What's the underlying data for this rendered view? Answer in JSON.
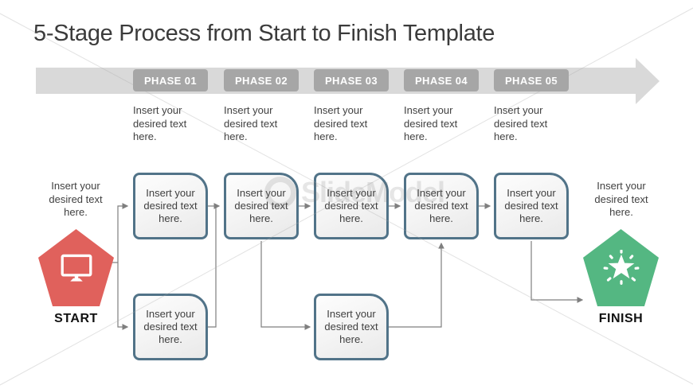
{
  "title": "5-Stage Process from Start to Finish Template",
  "watermark": {
    "brand": "SlideModel"
  },
  "timeline": {
    "phases": [
      {
        "label": "PHASE 01",
        "desc": "Insert your desired text here."
      },
      {
        "label": "PHASE 02",
        "desc": "Insert your desired text here."
      },
      {
        "label": "PHASE 03",
        "desc": "Insert your desired text here."
      },
      {
        "label": "PHASE 04",
        "desc": "Insert your desired text here."
      },
      {
        "label": "PHASE 05",
        "desc": "Insert your desired text here."
      }
    ]
  },
  "flow": {
    "start": {
      "label": "START",
      "note": "Insert your desired text here.",
      "icon": "monitor-icon"
    },
    "finish": {
      "label": "FINISH",
      "note": "Insert your desired text here.",
      "icon": "star-burst-icon"
    },
    "top_boxes": [
      "Insert your desired text here.",
      "Insert your desired text here.",
      "Insert your desired text here.",
      "Insert your desired text here.",
      "Insert your desired text here."
    ],
    "bottom_boxes": [
      "Insert your desired text here.",
      "Insert your desired text here."
    ]
  },
  "colors": {
    "start_pentagon": "#e0615c",
    "finish_pentagon": "#54b782",
    "box_border": "#517388",
    "timeline_band": "#d9d9d9",
    "phase_chip": "#a6a6a6",
    "connector": "#7f7f7f",
    "title_text": "#3b3b3b"
  }
}
